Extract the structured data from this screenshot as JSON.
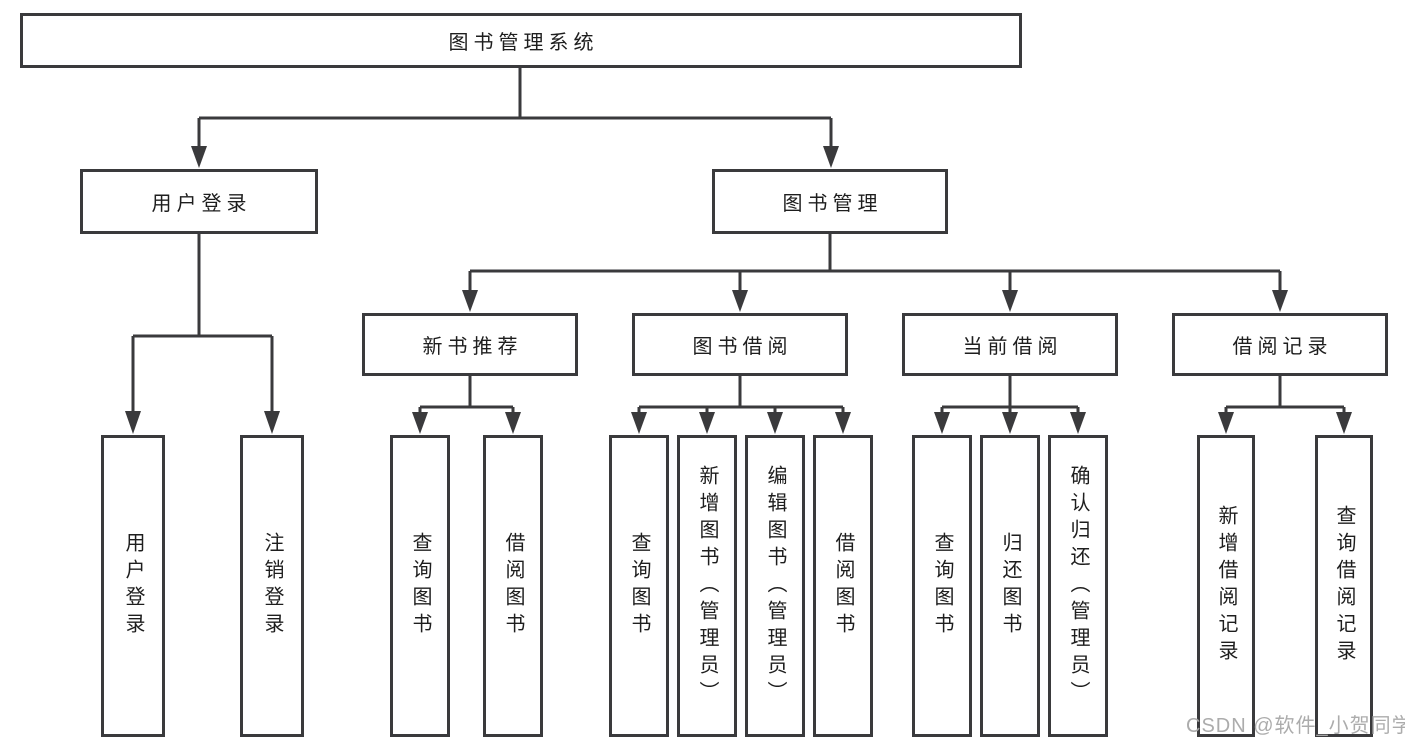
{
  "diagram": {
    "root": {
      "label": "图书管理系统"
    },
    "level2": [
      {
        "label": "用户登录"
      },
      {
        "label": "图书管理"
      }
    ],
    "level3": [
      {
        "label": "新书推荐",
        "parent": "图书管理"
      },
      {
        "label": "图书借阅",
        "parent": "图书管理"
      },
      {
        "label": "当前借阅",
        "parent": "图书管理"
      },
      {
        "label": "借阅记录",
        "parent": "图书管理"
      }
    ],
    "leaves": [
      {
        "label": "用户登录",
        "parent": "用户登录"
      },
      {
        "label": "注销登录",
        "parent": "用户登录"
      },
      {
        "label": "查询图书",
        "parent": "新书推荐"
      },
      {
        "label": "借阅图书",
        "parent": "新书推荐"
      },
      {
        "label": "查询图书",
        "parent": "图书借阅"
      },
      {
        "label": "新增图书（管理员）",
        "parent": "图书借阅"
      },
      {
        "label": "编辑图书（管理员）",
        "parent": "图书借阅"
      },
      {
        "label": "借阅图书",
        "parent": "图书借阅"
      },
      {
        "label": "查询图书",
        "parent": "当前借阅"
      },
      {
        "label": "归还图书",
        "parent": "当前借阅"
      },
      {
        "label": "确认归还（管理员）",
        "parent": "当前借阅"
      },
      {
        "label": "新增借阅记录",
        "parent": "借阅记录"
      },
      {
        "label": "查询借阅记录",
        "parent": "借阅记录"
      }
    ]
  },
  "watermark": "CSDN @软件_小贺同学",
  "colors": {
    "line": "#3a3a3c",
    "box_border": "#3a3a3c",
    "text": "#1e1e1e",
    "watermark": "#a8a8a8",
    "background": "#ffffff"
  }
}
